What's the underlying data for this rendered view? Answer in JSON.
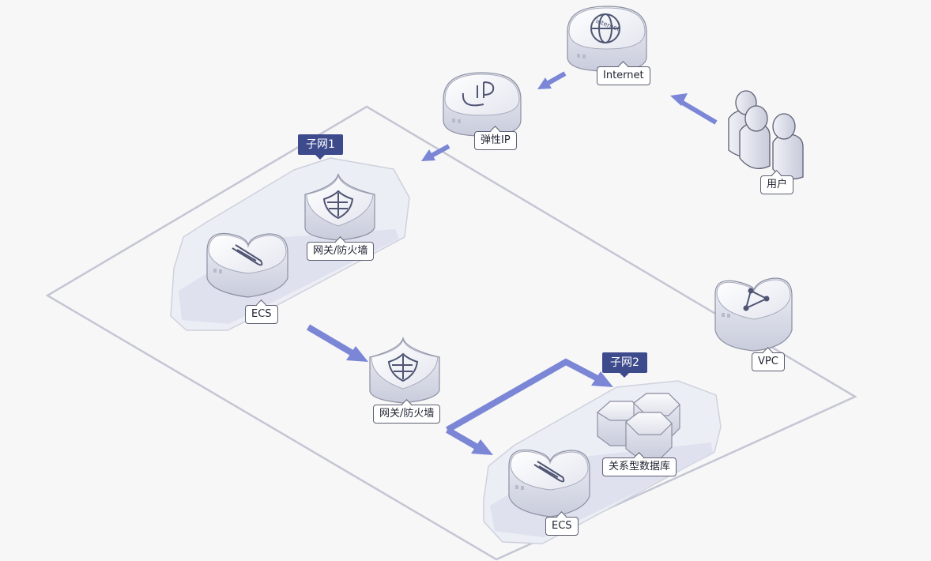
{
  "nodes": {
    "internet": {
      "label": "Internet",
      "badge": "internet"
    },
    "eip": {
      "label": "弹性IP",
      "badge": "IP"
    },
    "users": {
      "label": "用户"
    },
    "firewall1": {
      "label": "网关/防火墙"
    },
    "ecs1": {
      "label": "ECS"
    },
    "firewall2": {
      "label": "网关/防火墙"
    },
    "vpc": {
      "label": "VPC"
    },
    "rds": {
      "label": "关系型数据库"
    },
    "ecs2": {
      "label": "ECS"
    }
  },
  "subnets": {
    "subnet1": {
      "label": "子网1"
    },
    "subnet2": {
      "label": "子网2"
    }
  },
  "colors": {
    "arrow": "#7b87d6",
    "subnet_tag": "#3d4a8c",
    "outline": "#c5c6d3"
  }
}
